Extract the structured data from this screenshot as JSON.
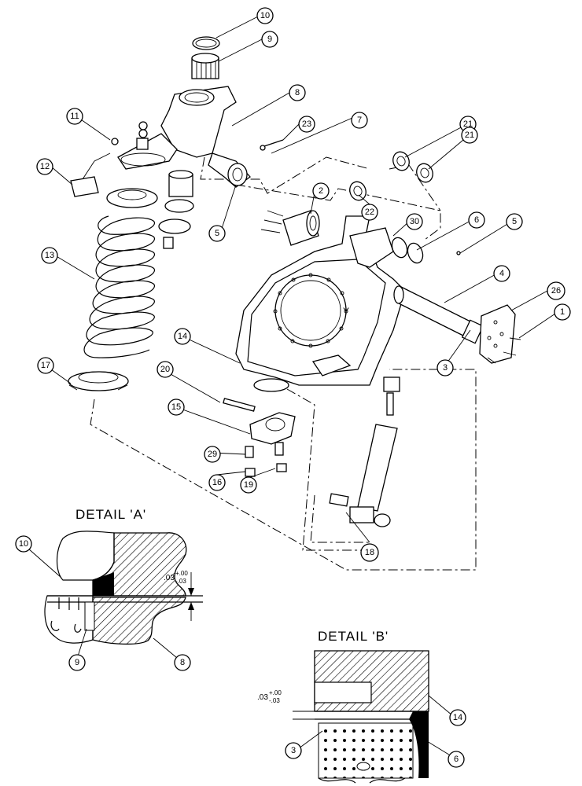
{
  "callouts": [
    {
      "num": "10"
    },
    {
      "num": "9"
    },
    {
      "num": "8"
    },
    {
      "num": "11"
    },
    {
      "num": "23"
    },
    {
      "num": "7"
    },
    {
      "num": "21"
    },
    {
      "num": "21"
    },
    {
      "num": "12"
    },
    {
      "num": "2"
    },
    {
      "num": "22"
    },
    {
      "num": "30"
    },
    {
      "num": "6"
    },
    {
      "num": "5"
    },
    {
      "num": "5"
    },
    {
      "num": "13"
    },
    {
      "num": "4"
    },
    {
      "num": "26"
    },
    {
      "num": "1"
    },
    {
      "num": "14"
    },
    {
      "num": "3"
    },
    {
      "num": "17"
    },
    {
      "num": "20"
    },
    {
      "num": "15"
    },
    {
      "num": "29"
    },
    {
      "num": "16"
    },
    {
      "num": "19"
    },
    {
      "num": "18"
    }
  ],
  "detail_a": {
    "title": "DETAIL 'A'",
    "tolerance_base": ".03",
    "tolerance_plus": "+.00",
    "tolerance_minus": "-.03",
    "callouts": [
      {
        "num": "10"
      },
      {
        "num": "9"
      },
      {
        "num": "8"
      }
    ]
  },
  "detail_b": {
    "title": "DETAIL 'B'",
    "tolerance_base": ".03",
    "tolerance_plus": "+.00",
    "tolerance_minus": "-.03",
    "callouts": [
      {
        "num": "14"
      },
      {
        "num": "3"
      },
      {
        "num": "6"
      }
    ]
  },
  "view_marker": "Y"
}
